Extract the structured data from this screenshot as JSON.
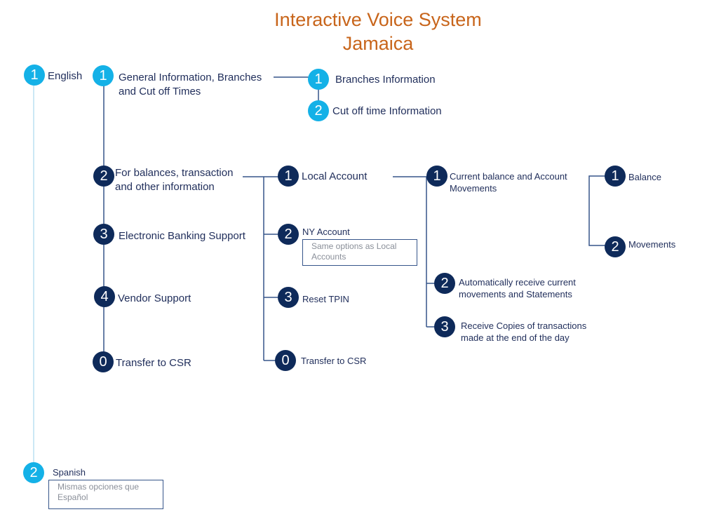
{
  "title": {
    "line1": "Interactive Voice System",
    "line2": "Jamaica"
  },
  "colors": {
    "title": "#c8651b",
    "cyan_node": "#14b1e7",
    "navy_node": "#0e2a5a",
    "text": "#1f2d5a",
    "connector": "#36558a"
  },
  "english": {
    "num": "1",
    "label": "English",
    "general": {
      "num": "1",
      "label_line1": "General Information, Branches",
      "label_line2": "and Cut off Times",
      "branches": {
        "num": "1",
        "label": "Branches Information"
      },
      "cutoff": {
        "num": "2",
        "label": "Cut off time Information"
      }
    },
    "balances": {
      "num": "2",
      "label_line1": "For balances, transaction",
      "label_line2": "and other information",
      "local": {
        "num": "1",
        "label": "Local Account",
        "current": {
          "num": "1",
          "label_line1": "Current balance and Account",
          "label_line2": "Movements",
          "balance": {
            "num": "1",
            "label": "Balance"
          },
          "movements": {
            "num": "2",
            "label": "Movements"
          }
        },
        "auto": {
          "num": "2",
          "label_line1": "Automatically  receive current",
          "label_line2": "movements  and Statements"
        },
        "copies": {
          "num": "3",
          "label_line1": "Receive Copies of transactions",
          "label_line2": "made at the end of the day"
        }
      },
      "ny": {
        "num": "2",
        "label": "NY Account",
        "note_line1": "Same options as Local",
        "note_line2": "Accounts"
      },
      "tpin": {
        "num": "3",
        "label": "Reset TPIN"
      },
      "csr": {
        "num": "0",
        "label": "Transfer to CSR"
      }
    },
    "ebanking": {
      "num": "3",
      "label": "Electronic Banking Support"
    },
    "vendor": {
      "num": "4",
      "label": "Vendor Support"
    },
    "csr": {
      "num": "0",
      "label": "Transfer to CSR"
    }
  },
  "spanish": {
    "num": "2",
    "label": "Spanish",
    "note_line1": "Mismas opciones que",
    "note_line2": "Español"
  }
}
